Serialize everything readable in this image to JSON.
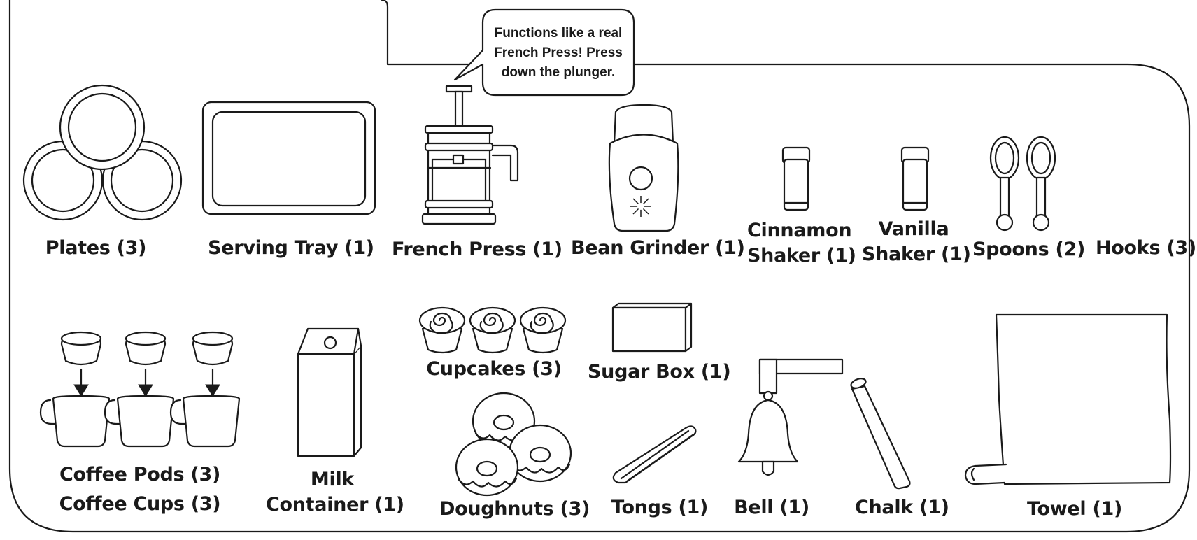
{
  "callout": {
    "line1": "Functions like a real",
    "line2": "French Press! Press",
    "line3": "down the plunger."
  },
  "items": {
    "plates": "Plates (3)",
    "serving_tray": "Serving Tray (1)",
    "french_press": "French Press (1)",
    "bean_grinder": "Bean Grinder (1)",
    "cinnamon_shaker": [
      "Cinnamon",
      "Shaker (1)"
    ],
    "vanilla_shaker": [
      "Vanilla",
      "Shaker (1)"
    ],
    "spoons": "Spoons (2)",
    "hooks": "Hooks (3)",
    "coffee_pods": "Coffee Pods (3)",
    "coffee_cups": "Coffee Cups (3)",
    "milk_container": [
      "Milk",
      "Container (1)"
    ],
    "cupcakes": "Cupcakes (3)",
    "sugar_box": "Sugar Box (1)",
    "doughnuts": "Doughnuts (3)",
    "tongs": "Tongs (1)",
    "bell": "Bell (1)",
    "chalk": "Chalk (1)",
    "towel": "Towel (1)"
  }
}
